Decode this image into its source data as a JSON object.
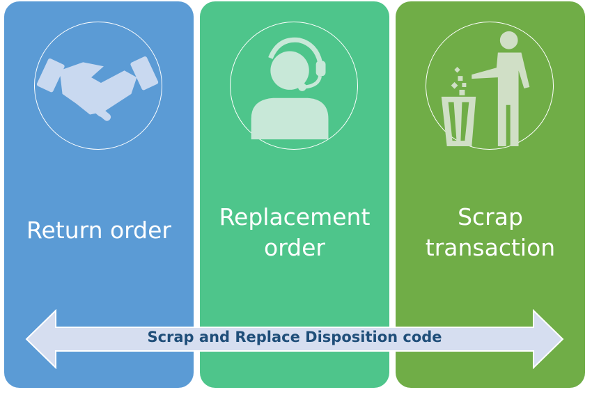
{
  "panels": [
    {
      "label": "Return order",
      "icon": "handshake-icon",
      "color": "#5B9BD5"
    },
    {
      "label_line1": "Replacement",
      "label_line2": "order",
      "icon": "headset-agent-icon",
      "color": "#4EC58B"
    },
    {
      "label_line1": "Scrap",
      "label_line2": "transaction",
      "icon": "trash-disposal-icon",
      "color": "#70AD47"
    }
  ],
  "arrow": {
    "label": "Scrap and Replace Disposition code",
    "color": "#D6DEF0"
  }
}
